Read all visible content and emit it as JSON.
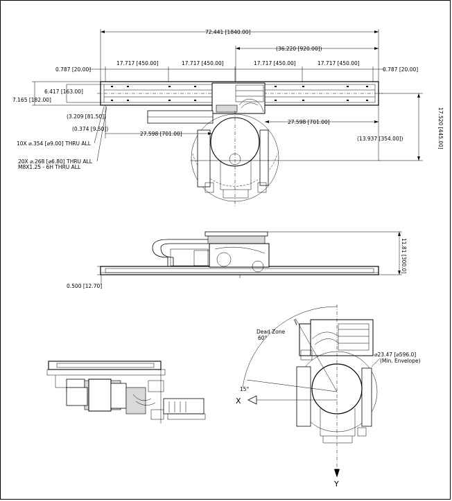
{
  "top_view": {
    "overall_length": "72.441 [1840.00]",
    "center_half_length": "(36.220 [920.00])",
    "end_offset_left": "0.787 [20.00]",
    "end_offset_right": "0.787 [20.00]",
    "pitch_1": "17.717 [450.00]",
    "pitch_2": "17.717 [450.00]",
    "pitch_3": "17.717 [450.00]",
    "pitch_4": "17.717 [450.00]",
    "rail_inner_width": "6.417 [163.00]",
    "rail_outer_width": "7.165 [182.00]",
    "hole_offset_a": "(3.209 [81.50])",
    "hole_offset_b": "(0.374 [9.50])",
    "carriage_left": "27.598 [701.00]",
    "carriage_right": "27.598 [701.00]",
    "robot_offset": "(13.937 [354.00])",
    "overall_height": "17.520 [445.00]",
    "note_holes_1": "10X ⌀.354 [⌀9.00] THRU ALL",
    "note_holes_2a": "20X ⌀.268 [⌀6.80] THRU ALL",
    "note_holes_2b": "M8X1.25 - 6H THRU ALL"
  },
  "side_view": {
    "height": "11.81 [300.0]",
    "base_thickness": "0.500 [12.70]"
  },
  "detail_view": {
    "dead_zone_label": "Dead Zone",
    "dead_zone_angle": "60°",
    "angle_15": "15°",
    "envelope_dia": "⌀23.47 [⌀596.0]",
    "envelope_label": "(Min. Envelope)",
    "x_axis": "X",
    "y_axis": "Y"
  }
}
